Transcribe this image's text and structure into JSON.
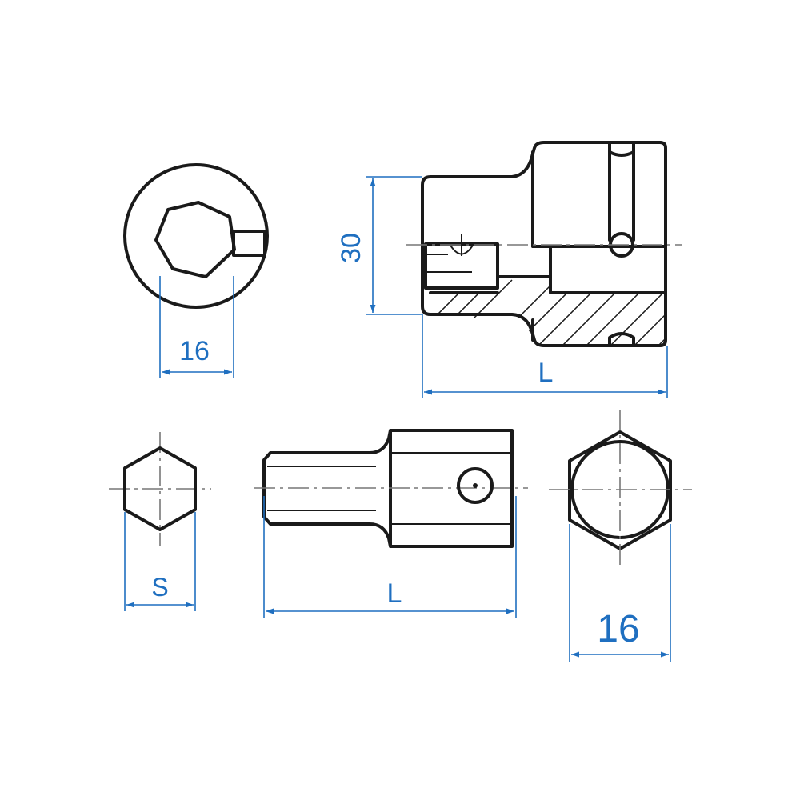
{
  "colors": {
    "line": "#1a1a1a",
    "dimension": "#1f6fc0",
    "centerline": "#777777"
  },
  "labels": {
    "top_left_width": "16",
    "top_right_height": "30",
    "top_right_length": "L",
    "bottom_left_size": "S",
    "bottom_middle_length": "L",
    "bottom_right_width": "16"
  }
}
